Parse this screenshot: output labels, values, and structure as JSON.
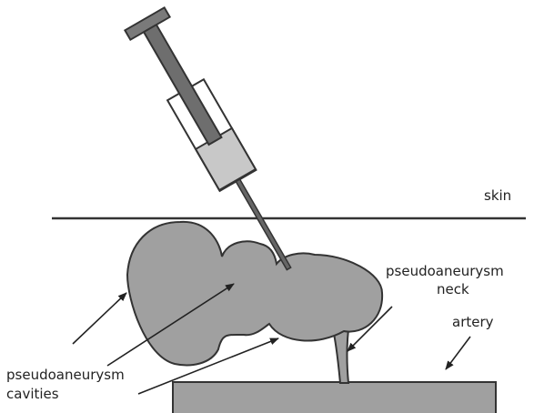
{
  "labels": {
    "skin": "skin",
    "neck_line1": "pseudoaneurysm",
    "neck_line2": "neck",
    "artery": "artery",
    "cavities_line1": "pseudoaneurysm",
    "cavities_line2": "cavities"
  },
  "colors": {
    "tissue_fill": "#a0a0a0",
    "outline": "#333333",
    "plunger_dark": "#6e6e6e",
    "plunger_cap": "#7a7a7a",
    "syringe_barrel_fill": "#c8c8c8",
    "background": "#ffffff"
  }
}
